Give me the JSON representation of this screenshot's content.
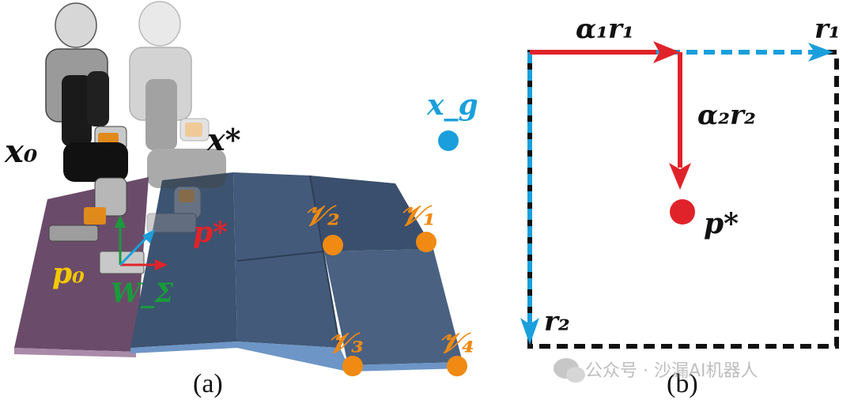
{
  "panel_a": {
    "caption": "(a)",
    "labels": {
      "x0": "x₀",
      "x_star": "x*",
      "x_g": "x_g",
      "p_star": "p*",
      "p0": "p₀",
      "w_sigma": "W_Σ",
      "v1": "𝒱₁",
      "v2": "𝒱₂",
      "v3": "𝒱₃",
      "v4": "𝒱₄"
    }
  },
  "panel_b": {
    "caption": "(b)",
    "labels": {
      "alpha1_r1": "α₁r₁",
      "r1": "r₁",
      "alpha2_r2": "α₂r₂",
      "p_star": "p*",
      "r2": "r₂"
    }
  },
  "watermark": "公众号 · 沙漏AI机器人",
  "colors": {
    "orange": "#f08a12",
    "cyan": "#1a9fdc",
    "red": "#e0232a",
    "green": "#1a9a3c",
    "yellow": "#f2c800",
    "black": "#111111",
    "surface": "#4a6181"
  }
}
